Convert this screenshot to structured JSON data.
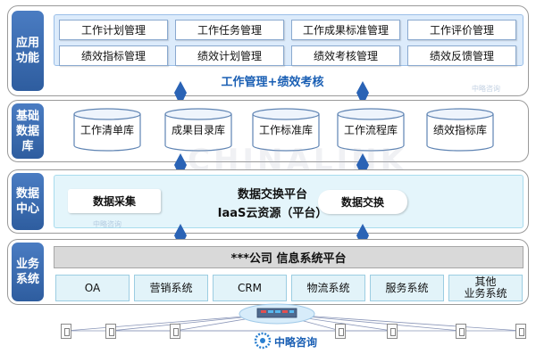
{
  "layers": {
    "app": {
      "label": "应用功能",
      "buttons": [
        "工作计划管理",
        "工作任务管理",
        "工作成果标准管理",
        "工作评价管理",
        "绩效指标管理",
        "绩效计划管理",
        "绩效考核管理",
        "绩效反馈管理"
      ],
      "caption": "工作管理+绩效考核"
    },
    "db": {
      "label": "基础数据库",
      "items": [
        "工作清单库",
        "成果目录库",
        "工作标准库",
        "工作流程库",
        "绩效指标库"
      ]
    },
    "dc": {
      "label": "数据中心",
      "left": "数据采集",
      "center_title": "数据交换平台",
      "center_sub": "IaaS云资源（平台）",
      "right": "数据交换"
    },
    "biz": {
      "label": "业务系统",
      "platform": "***公司 信息系统平台",
      "systems": [
        "OA",
        "营销系统",
        "CRM",
        "物流系统",
        "服务系统",
        "其他\n业务系统"
      ]
    }
  },
  "watermark": "CHINALINK",
  "logo": {
    "name": "中略咨询"
  },
  "colors": {
    "label_blue": "#2e5d9f",
    "accent_blue": "#1a5fb4",
    "arrow_blue": "#2a63b5",
    "app_box": "#dcebfb",
    "dc_box": "#e4f5fb",
    "platform_gray": "#d9d9d9"
  }
}
